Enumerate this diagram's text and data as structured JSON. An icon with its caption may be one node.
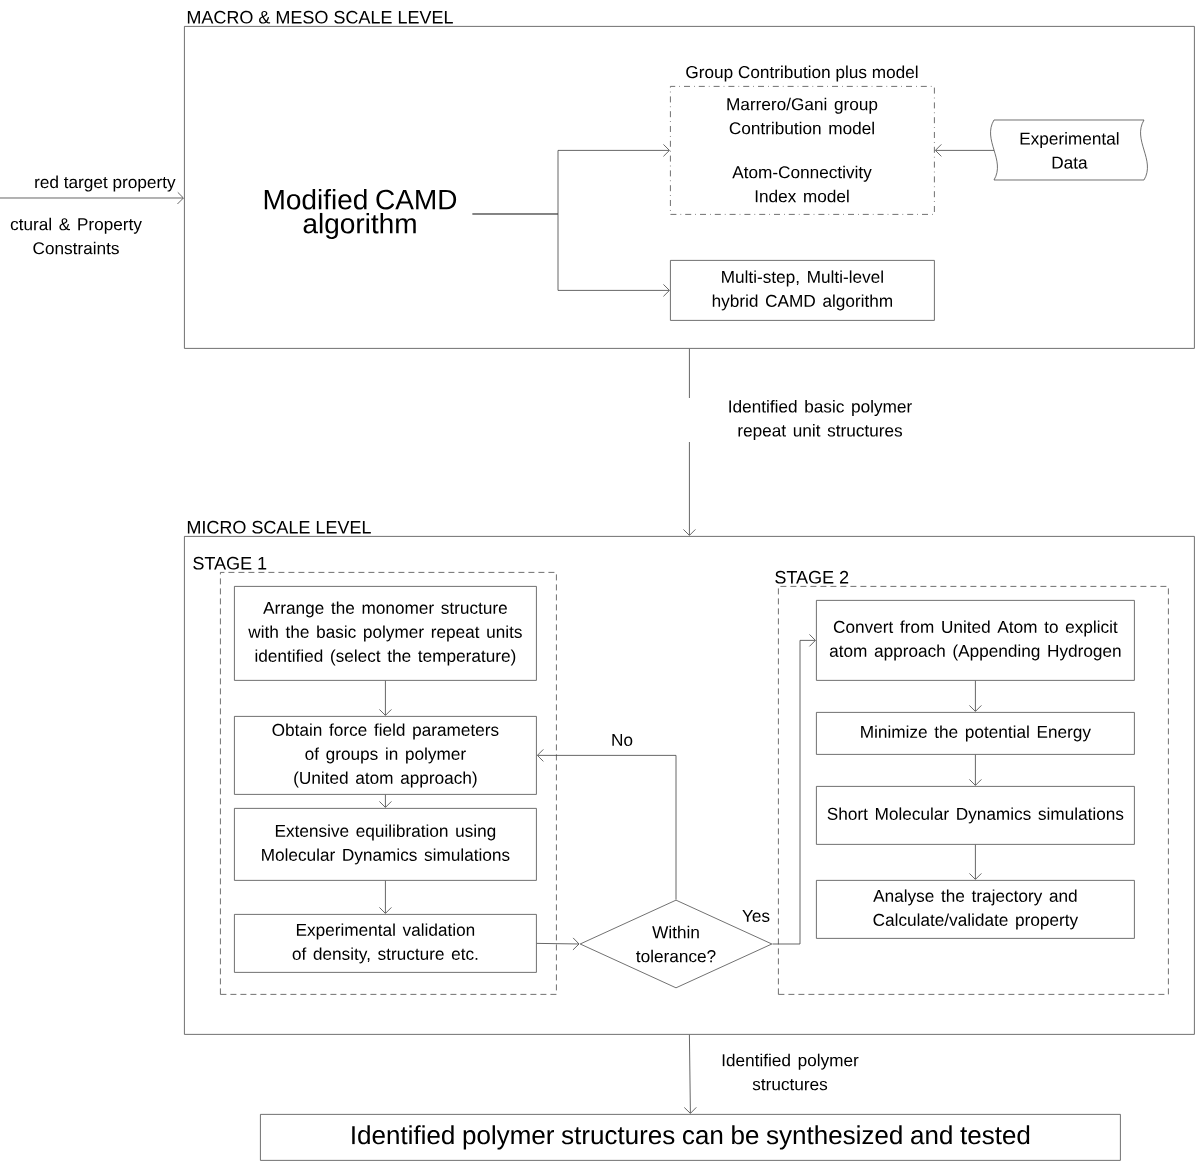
{
  "diagram": {
    "nodes": [
      {
        "text": [
          "MACRO & MESO SCALE LEVEL"
        ]
      },
      {
        "text": [
          "Modified CAMD algorithm"
        ],
        "in": 0
      },
      {
        "text": [
          "Group Contribution plus model",
          "Marrero/Gani group Contribution model",
          "Atom-Connectivity Index model"
        ],
        "in": 0
      },
      {
        "text": [
          "Multi-step, Multi-level hybrid CAMD algorithm"
        ],
        "in": 0
      },
      {
        "text": [
          "Experimental Data"
        ],
        "in": 0
      },
      {
        "text": [
          "MICRO SCALE LEVEL"
        ]
      },
      {
        "text": [
          "STAGE 1"
        ],
        "in": 5
      },
      {
        "text": [
          "Arrange the monomer structure with the basic polymer repeat units identified (select the temperature)"
        ],
        "in": 6
      },
      {
        "text": [
          "Obtain force field parameters of groups in polymer (United atom approach)"
        ],
        "in": 6
      },
      {
        "text": [
          "Extensive equilibration using Molecular Dynamics simulations"
        ],
        "in": 6
      },
      {
        "text": [
          "Experimental validation of density, structure etc."
        ],
        "in": 6
      },
      {
        "text": [
          "Within tolerance?"
        ],
        "in": 5
      },
      {
        "text": [
          "STAGE 2"
        ],
        "in": 5
      },
      {
        "text": [
          "Convert from United Atom to explicit atom approach (Appending Hydrogen"
        ],
        "in": 12
      },
      {
        "text": [
          "Minimize the potential Energy"
        ],
        "in": 12
      },
      {
        "text": [
          "Short Molecular Dynamics simulations"
        ],
        "in": 12
      },
      {
        "text": [
          "Analyse the trajectory and Calculate/validate  property"
        ],
        "in": 12
      },
      {
        "text": [
          "Identified polymer structures can be synthesized and tested"
        ]
      }
    ],
    "edges": [
      {
        "from": null,
        "to": 0,
        "arrow": "to",
        "label": "red target property"
      },
      {
        "from": 1,
        "to": 2,
        "arrow": "to"
      },
      {
        "from": 1,
        "to": 3,
        "arrow": "to"
      },
      {
        "from": 4,
        "to": 2,
        "arrow": "to"
      },
      {
        "from": 0,
        "to": 5,
        "arrow": "to",
        "label": "Identified basic polymer repeat unit structures"
      },
      {
        "from": 7,
        "to": 8,
        "arrow": "to"
      },
      {
        "from": 8,
        "to": 9,
        "arrow": "to"
      },
      {
        "from": 9,
        "to": 10,
        "arrow": "to"
      },
      {
        "from": 10,
        "to": 11,
        "arrow": "to"
      },
      {
        "from": 11,
        "to": 8,
        "arrow": "to",
        "label": "No"
      },
      {
        "from": 11,
        "to": 13,
        "arrow": "to",
        "label": "Yes"
      },
      {
        "from": 13,
        "to": 14,
        "arrow": "to"
      },
      {
        "from": 14,
        "to": 15,
        "arrow": "to"
      },
      {
        "from": 15,
        "to": 16,
        "arrow": "to"
      },
      {
        "from": 5,
        "to": 17,
        "arrow": "to",
        "label": "Identified polymer structures"
      }
    ],
    "labels": [
      "ctural & Property Constraints"
    ]
  }
}
